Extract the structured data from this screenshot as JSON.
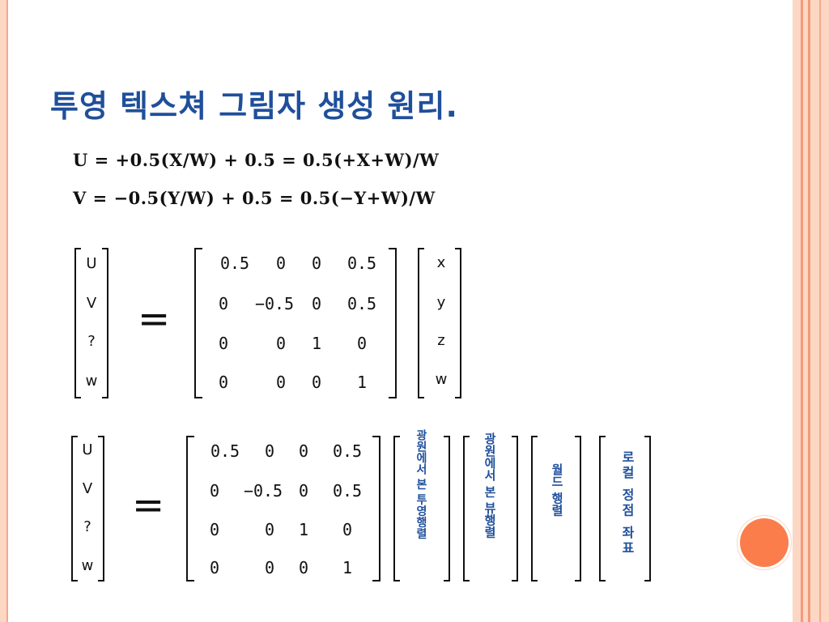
{
  "title": "투영 텍스쳐 그림자 생성 원리.",
  "equations": {
    "u": "U = +0.5(X/W) + 0.5 = 0.5(+X+W)/W",
    "v": "V = −0.5(Y/W) + 0.5 = 0.5(−Y+W)/W"
  },
  "lhs_vector": [
    "U",
    "V",
    "?",
    "w"
  ],
  "matrix": [
    [
      "0.5",
      "0",
      "0",
      "0.5"
    ],
    [
      "0",
      "−0.5",
      "0",
      "0.5"
    ],
    [
      "0",
      "0",
      "1",
      "0"
    ],
    [
      "0",
      "0",
      "0",
      "1"
    ]
  ],
  "rhs_vector": [
    "x",
    "y",
    "z",
    "w"
  ],
  "equals": "=",
  "transform_labels": {
    "light_projection": "광원에서 본 투영행렬",
    "light_view": "광원에서 본 뷰행렬",
    "world": "월드 행렬",
    "local_vertex": "로컬 정점 좌표"
  },
  "accent_colors": {
    "title": "#1f4f9b",
    "frame": "#fbd7c4",
    "dot": "#fb7d4b"
  }
}
